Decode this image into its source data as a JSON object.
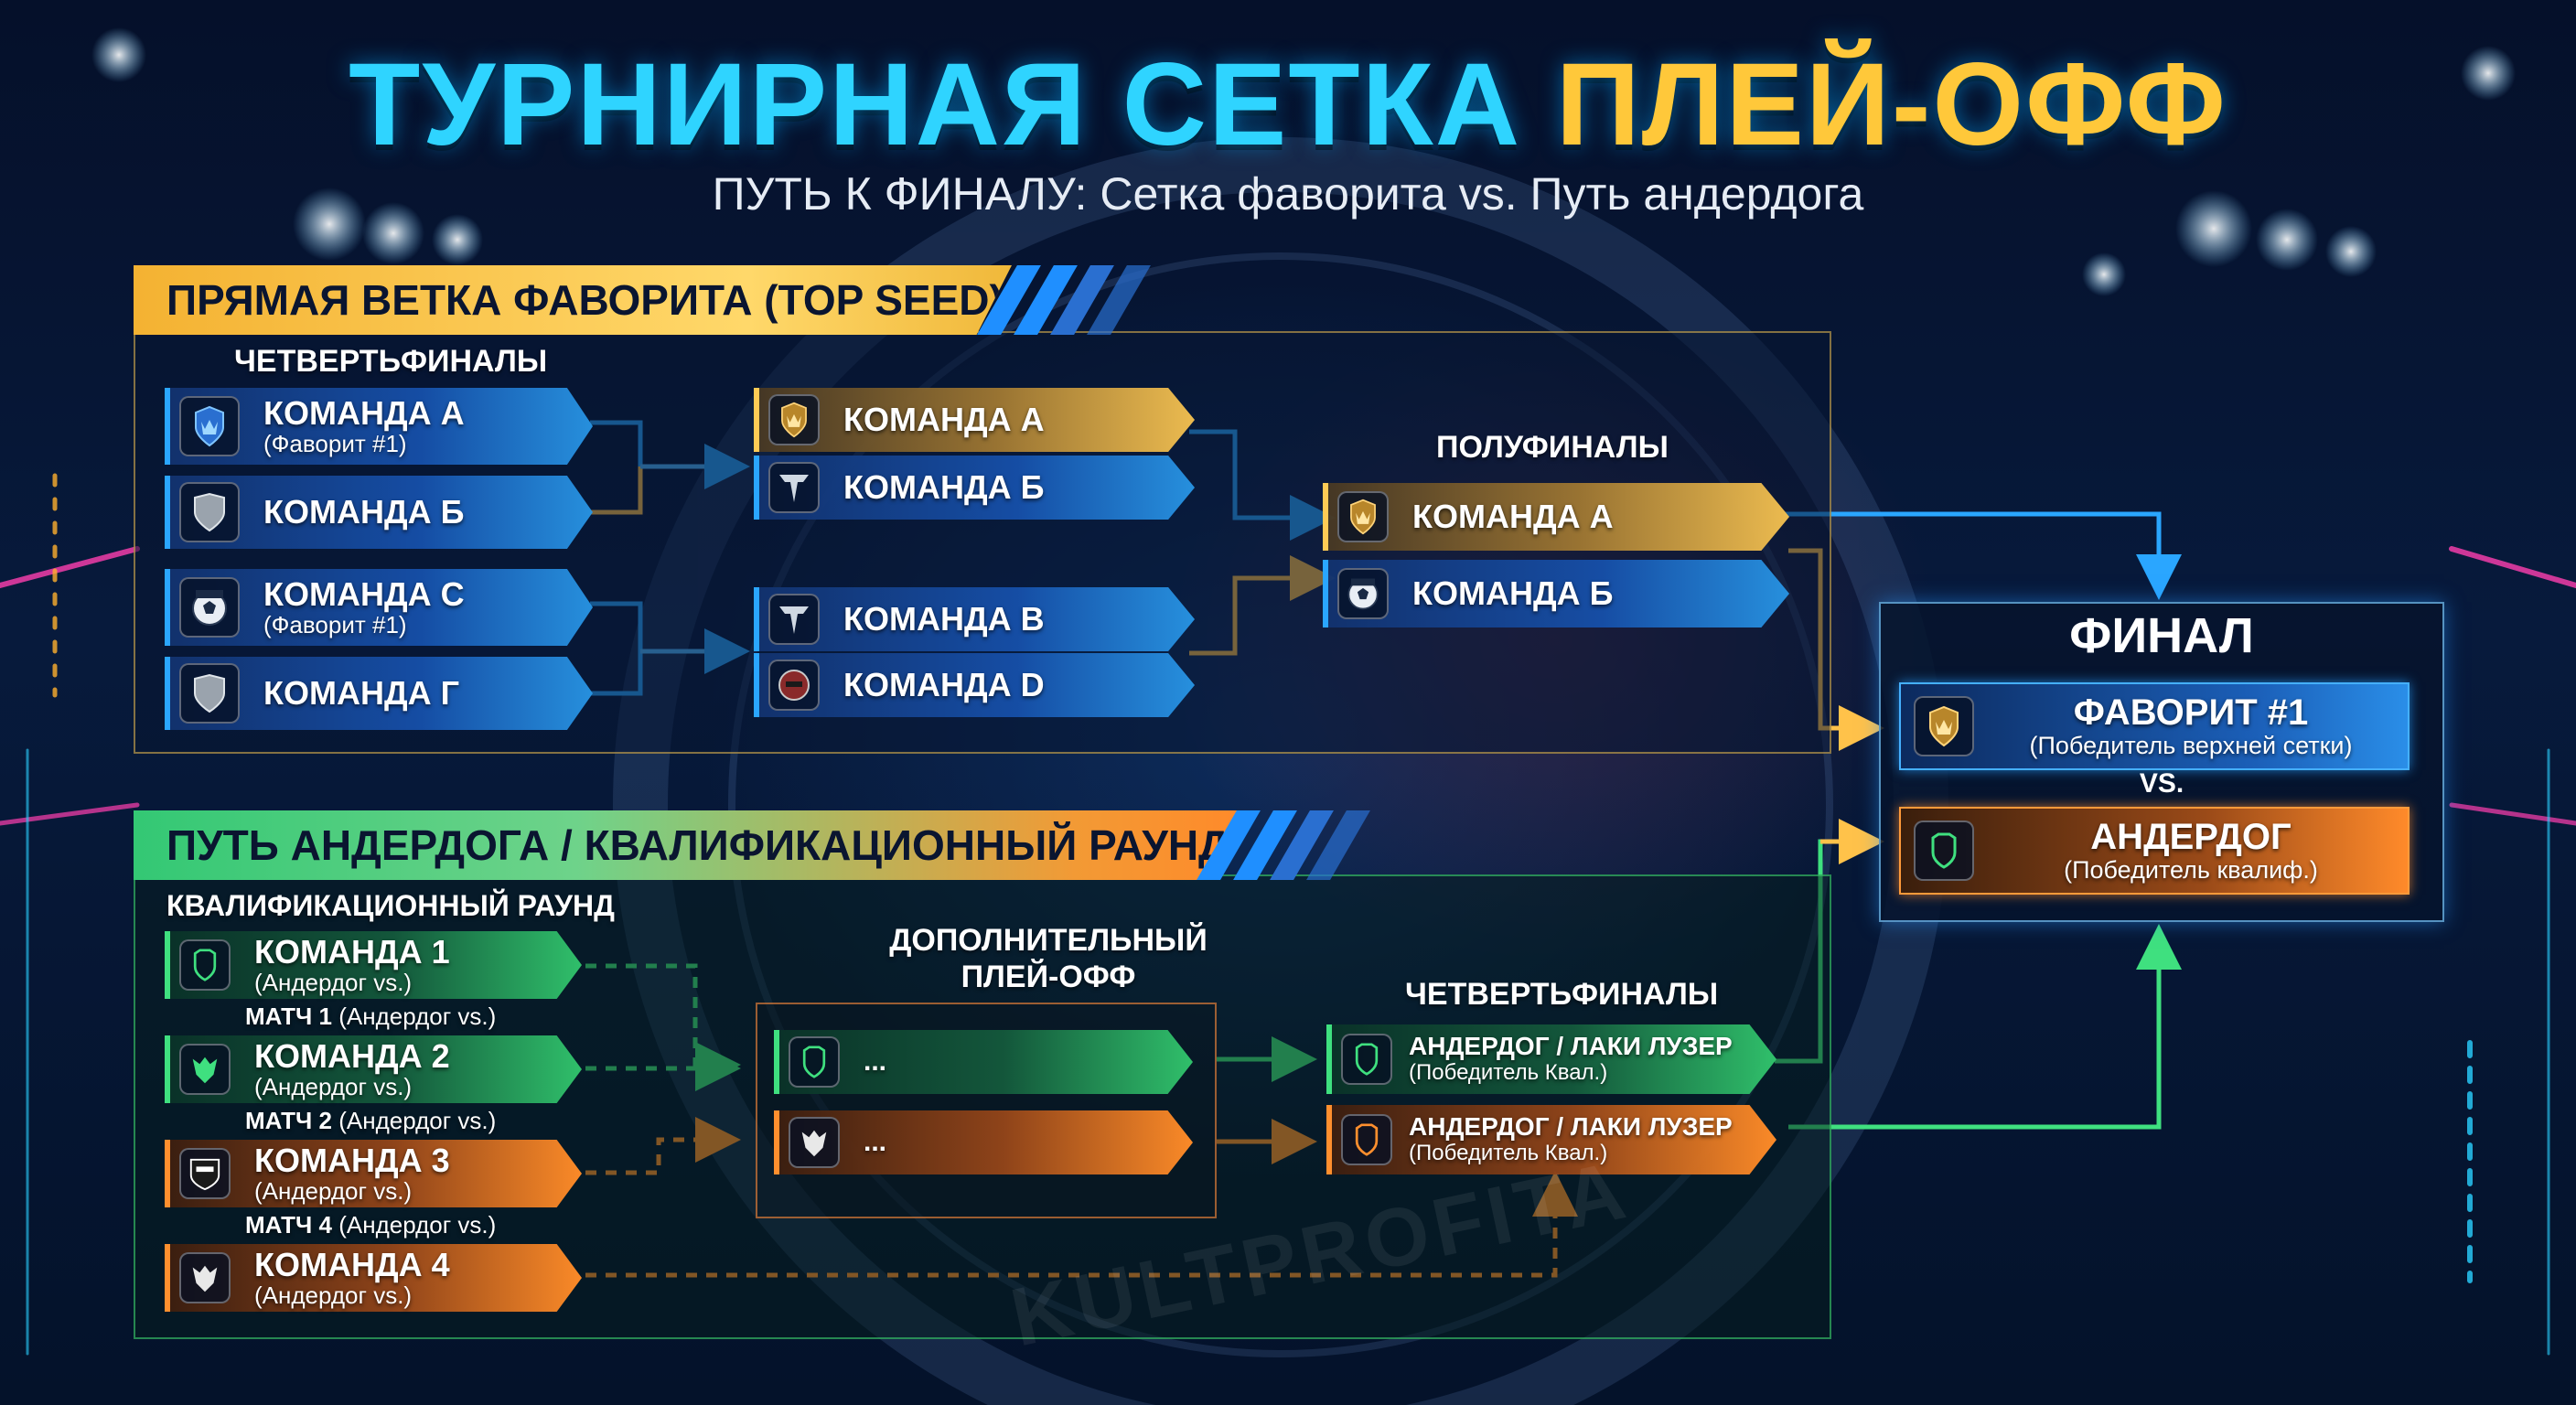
{
  "header": {
    "title_part1": "ТУРНИРНАЯ СЕТКА",
    "title_part2": "ПЛЕЙ-ОФФ",
    "subtitle": "ПУТЬ К ФИНАЛУ: Сетка фаворита vs. Путь андердога"
  },
  "colors": {
    "gold": "#ffc83a",
    "cyan": "#2fd4ff",
    "blue": "#2aa6ff",
    "green": "#3fe07f",
    "orange": "#ff8f2e"
  },
  "favorite_branch": {
    "heading": "ПРЯМАЯ ВЕТКА ФАВОРИТА (TOP SEED)",
    "quarterfinals_label": "ЧЕТВЕРТЬФИНАЛЫ",
    "semifinals_label": "ПОЛУФИНАЛЫ",
    "quarterfinals": [
      {
        "name": "КОМАНДА А",
        "sub": "(Фаворит #1)",
        "icon": "crown-shield-icon"
      },
      {
        "name": "КОМАНДА Б",
        "sub": "",
        "icon": "grey-shield-icon"
      },
      {
        "name": "КОМАНДА С",
        "sub": "(Фаворит #1)",
        "icon": "soccer-badge-icon"
      },
      {
        "name": "КОМАНДА Г",
        "sub": "",
        "icon": "grey-shield-icon"
      }
    ],
    "round2": [
      {
        "name": "КОМАНДА А",
        "icon": "crown-shield-icon"
      },
      {
        "name": "КОМАНДА Б",
        "icon": "arrow-emblem-icon"
      },
      {
        "name": "КОМАНДА В",
        "icon": "arrow-emblem-icon"
      },
      {
        "name": "КОМАНДА D",
        "icon": "mask-emblem-icon"
      }
    ],
    "semifinals": [
      {
        "name": "КОМАНДА А",
        "icon": "crown-shield-icon"
      },
      {
        "name": "КОМАНДА Б",
        "icon": "soccer-badge-icon"
      }
    ]
  },
  "underdog_branch": {
    "heading": "ПУТЬ АНДЕРДОГА / КВАЛИФИКАЦИОННЫЙ РАУНД",
    "qual_label": "КВАЛИФИКАЦИОННЫЙ РАУНД",
    "extra_label_1": "ДОПОЛНИТЕЛЬНЫЙ",
    "extra_label_2": "ПЛЕЙ-ОФФ",
    "quarterfinals_label": "ЧЕТВЕРТЬФИНАЛЫ",
    "qual_teams": [
      {
        "name": "КОМАНДА 1",
        "sub": "(Андердог vs.)",
        "color": "green",
        "icon": "shield-outline-icon"
      },
      {
        "name": "КОМАНДА 2",
        "sub": "(Андердог vs.)",
        "color": "green",
        "icon": "wolf-emblem-icon"
      },
      {
        "name": "КОМАНДА 3",
        "sub": "(Андердог vs.)",
        "color": "orange",
        "icon": "team-badge-icon"
      },
      {
        "name": "КОМАНДА 4",
        "sub": "(Андердог vs.)",
        "color": "orange",
        "icon": "wolf-emblem-icon"
      }
    ],
    "matches": [
      {
        "bold": "МАТЧ 1",
        "rest": "(Андердог vs.)"
      },
      {
        "bold": "МАТЧ 2",
        "rest": "(Андердог vs.)"
      },
      {
        "bold": "МАТЧ 4",
        "rest": "(Андердог vs.)"
      }
    ],
    "extra": [
      {
        "name": "...",
        "color": "green",
        "icon": "shield-outline-icon"
      },
      {
        "name": "...",
        "color": "orange",
        "icon": "wolf-emblem-icon"
      }
    ],
    "quarterfinals": [
      {
        "name": "АНДЕРДОГ / ЛАКИ ЛУЗЕР",
        "sub": "(Победитель Квал.)",
        "color": "green",
        "icon": "shield-outline-icon"
      },
      {
        "name": "АНДЕРДОГ / ЛАКИ ЛУЗЕР",
        "sub": "(Победитель Квал.)",
        "color": "orange",
        "icon": "shield-outline-icon"
      }
    ]
  },
  "final": {
    "title": "ФИНАЛ",
    "favorite": {
      "name": "ФАВОРИТ #1",
      "sub": "(Победитель верхней сетки)",
      "icon": "crown-shield-icon"
    },
    "vs": "VS.",
    "underdog": {
      "name": "АНДЕРДОГ",
      "sub": "(Победитель квалиф.)",
      "icon": "shield-outline-icon"
    }
  },
  "watermark": "KULTPROFITA"
}
